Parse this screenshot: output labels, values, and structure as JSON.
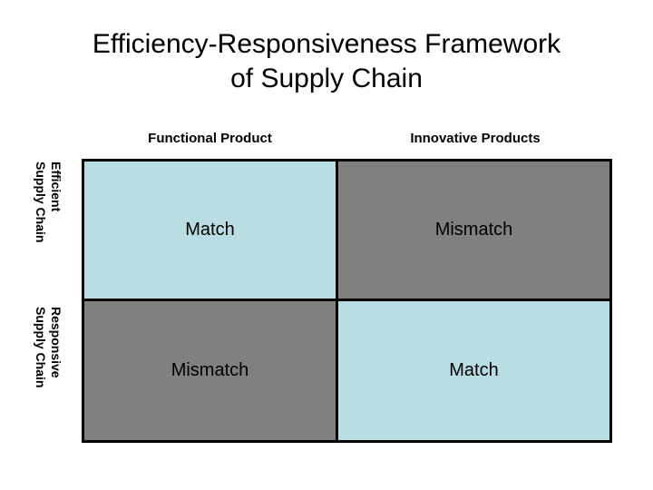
{
  "title": {
    "line1": "Efficiency-Responsiveness Framework",
    "line2": "of Supply Chain"
  },
  "columns": [
    {
      "label": "Functional Product"
    },
    {
      "label": "Innovative Products"
    }
  ],
  "rows": [
    {
      "line1": "Efficient",
      "line2": "Supply Chain"
    },
    {
      "line1": "Responsive",
      "line2": "Supply Chain"
    }
  ],
  "cells": [
    {
      "label": "Match",
      "state": "match"
    },
    {
      "label": "Mismatch",
      "state": "mismatch"
    },
    {
      "label": "Mismatch",
      "state": "mismatch"
    },
    {
      "label": "Match",
      "state": "match"
    }
  ],
  "colors": {
    "match_fill": "#b8dee3",
    "mismatch_fill": "#808080",
    "border": "#000000",
    "text": "#000000",
    "background": "#ffffff"
  }
}
